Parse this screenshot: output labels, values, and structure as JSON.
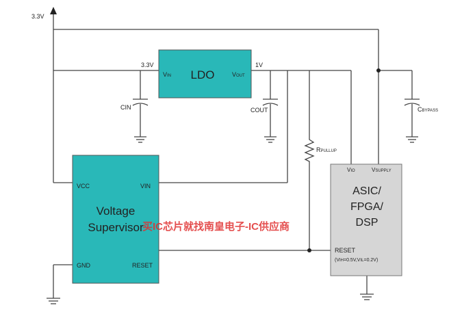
{
  "rail": {
    "supply": "3.3V",
    "ldo_in": "3.3V",
    "ldo_out": "1V"
  },
  "ldo": {
    "title": "LDO",
    "vin_v": "V",
    "vin_sub": "IN",
    "vout_v": "V",
    "vout_sub": "OUT",
    "color": "#29b8b8"
  },
  "capacitors": {
    "cin": "CIN",
    "cout": "COUT",
    "cbypass_c": "C",
    "cbypass_sub": "BYPASS"
  },
  "resistor": {
    "r": "R",
    "sub": "PULLUP"
  },
  "supervisor": {
    "line1": "Voltage",
    "line2": "Supervisor",
    "vcc": "VCC",
    "vin": "VIN",
    "gnd": "GND",
    "reset": "RESET",
    "color": "#29b8b8"
  },
  "asic": {
    "line1": "ASIC/",
    "line2": "FPGA/",
    "line3": "DSP",
    "vio_v": "V",
    "vio_sub": "IO",
    "vsupply_v": "V",
    "vsupply_sub": "SUPPLY",
    "reset": "RESET",
    "thr_open": "(V",
    "thr_ih_sub": "IH",
    "thr_mid": "=0.5V,V",
    "thr_il_sub": "IL",
    "thr_close": "=0.2V)",
    "color": "#d6d6d6"
  },
  "watermark": {
    "text": "买IC芯片就找南皇电子-IC供应商",
    "color": "#e03030"
  }
}
